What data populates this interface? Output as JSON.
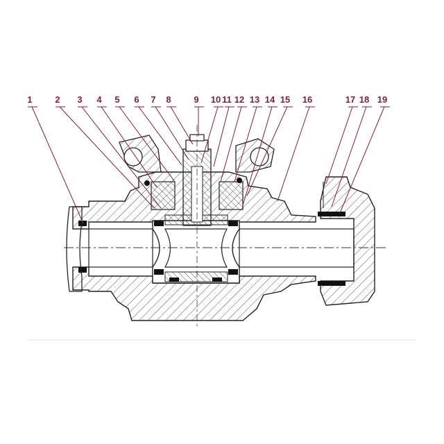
{
  "callouts": [
    {
      "label": "1"
    },
    {
      "label": "2"
    },
    {
      "label": "3"
    },
    {
      "label": "4"
    },
    {
      "label": "5"
    },
    {
      "label": "6"
    },
    {
      "label": "7"
    },
    {
      "label": "8"
    },
    {
      "label": "9"
    },
    {
      "label": "10"
    },
    {
      "label": "11"
    },
    {
      "label": "12"
    },
    {
      "label": "13"
    },
    {
      "label": "14"
    },
    {
      "label": "15"
    },
    {
      "label": "16"
    },
    {
      "label": "17"
    },
    {
      "label": "18"
    },
    {
      "label": "19"
    }
  ],
  "colors": {
    "label": "#7a1f3d",
    "outline": "#222222",
    "hatch": "#555555",
    "seal": "#111111",
    "centerline": "#333333"
  }
}
